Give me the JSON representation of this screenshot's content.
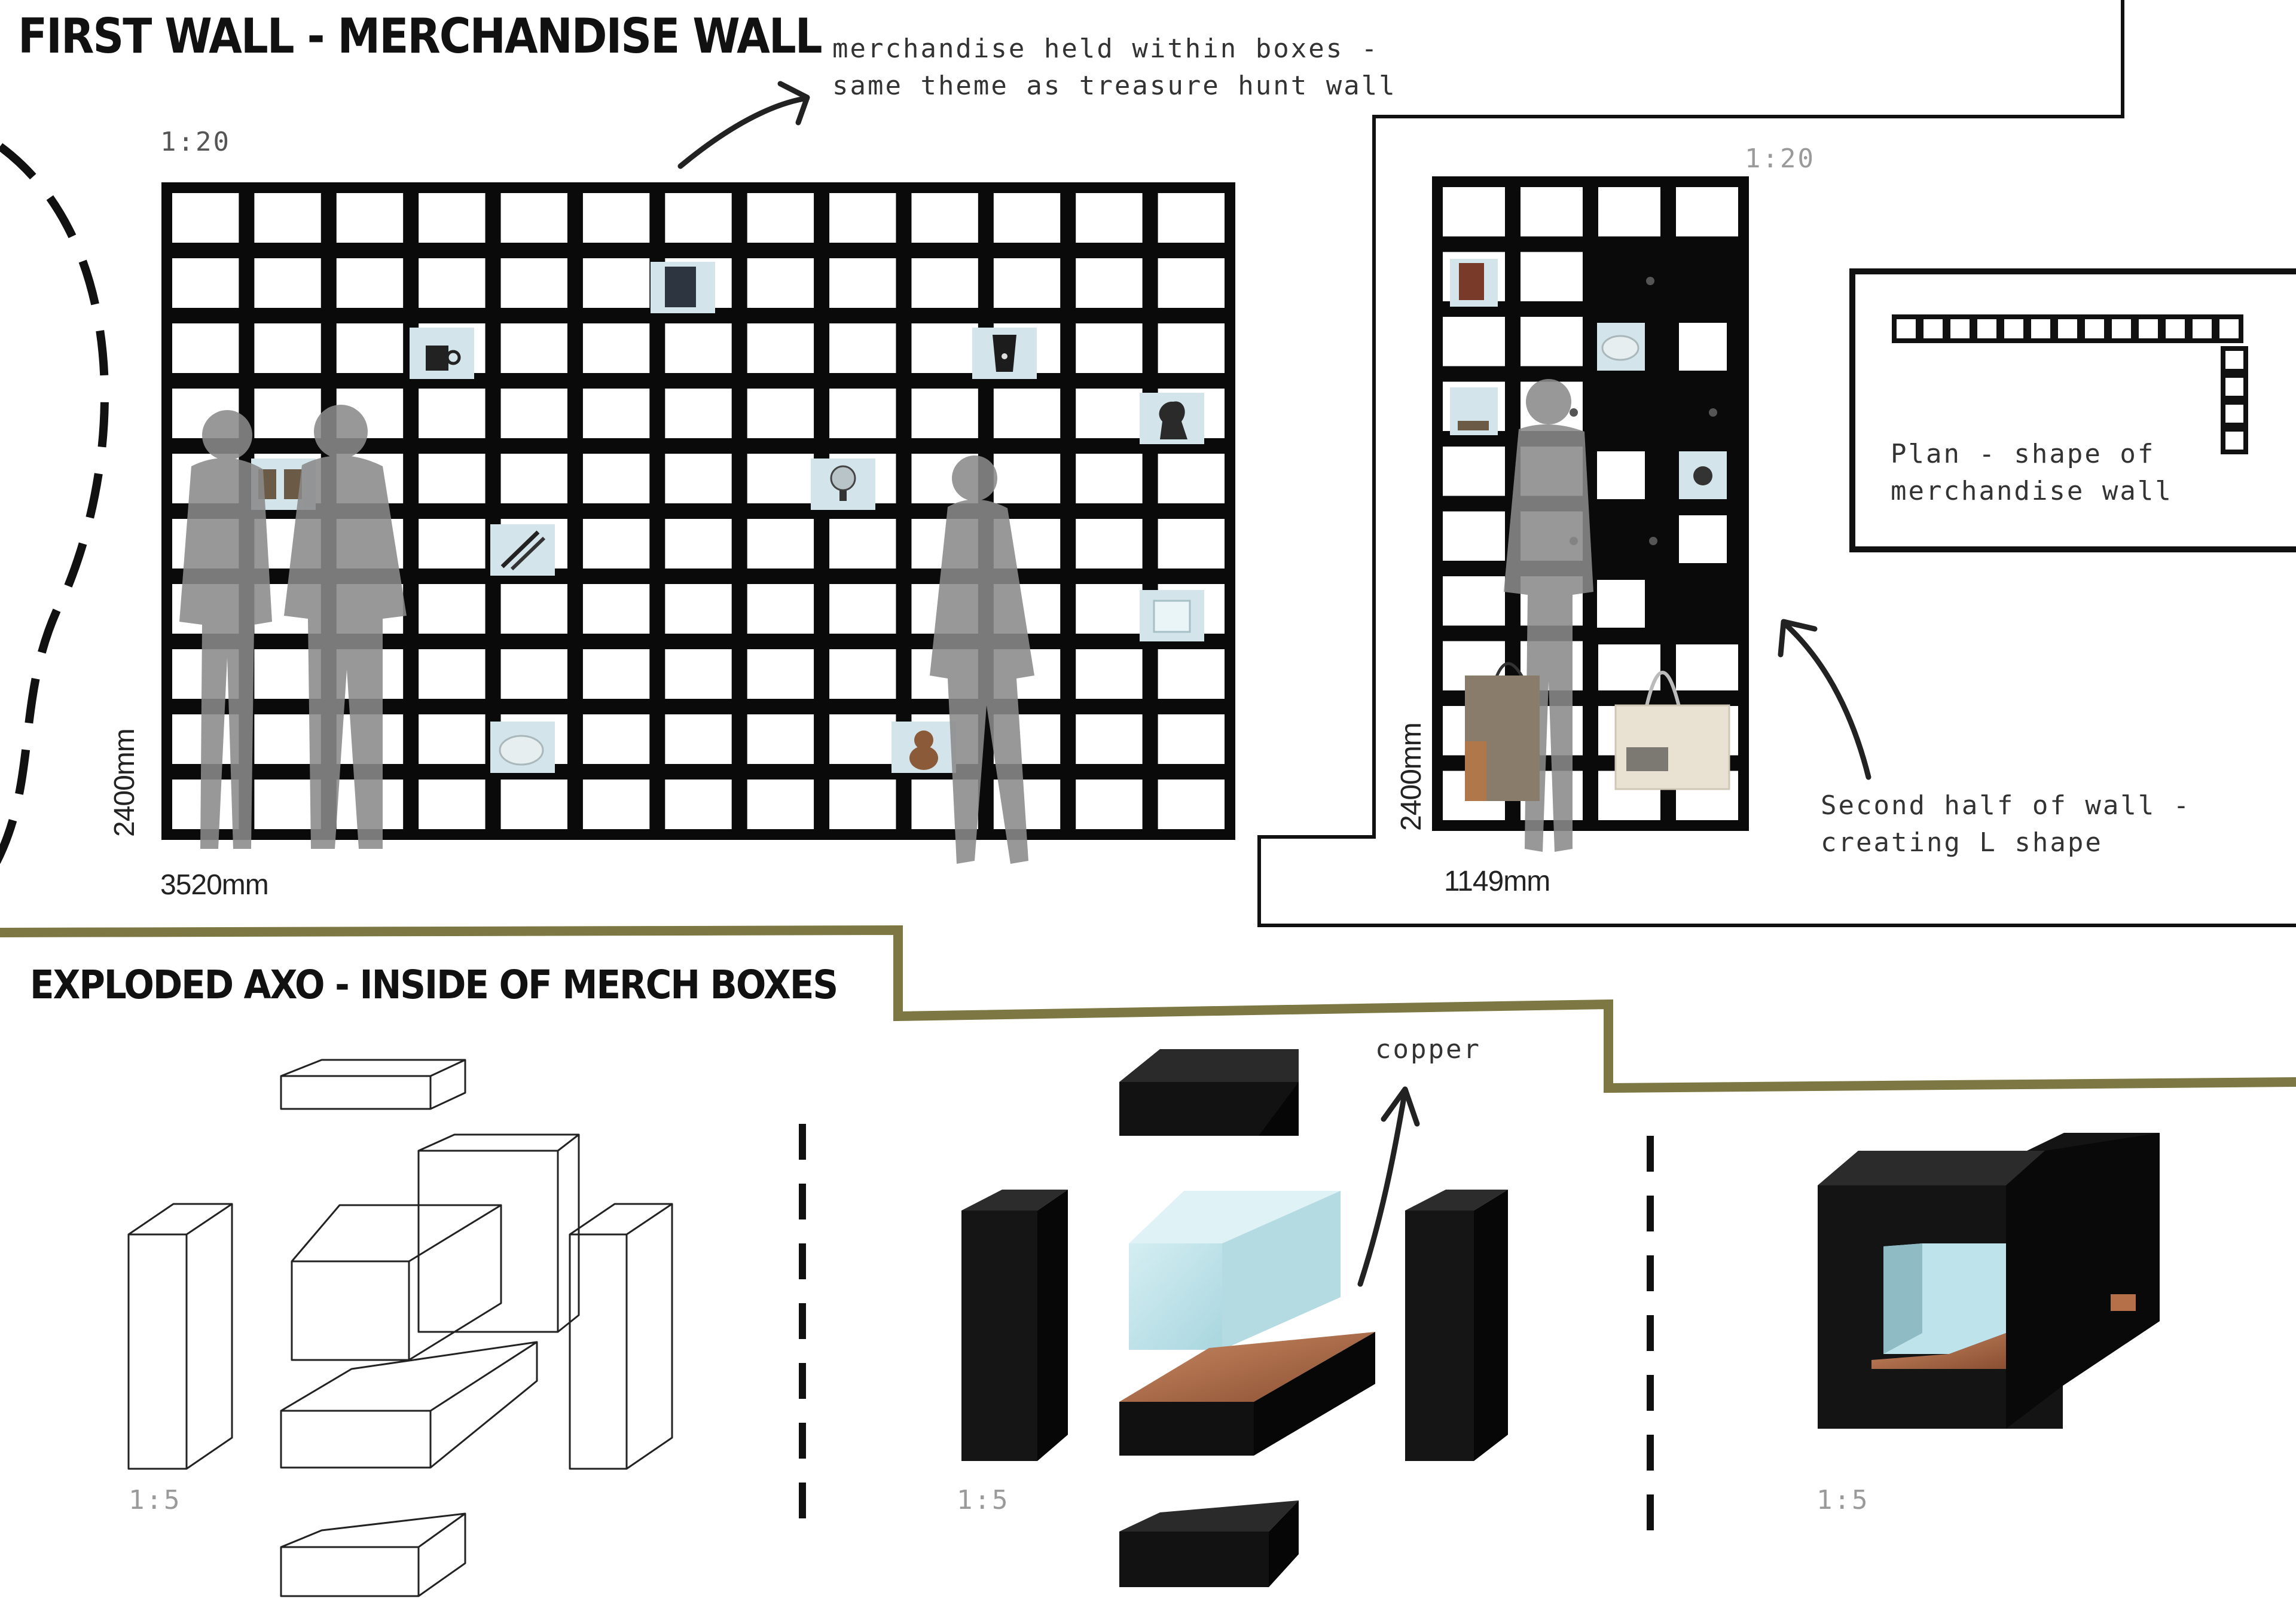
{
  "headings": {
    "section1": "FIRST WALL - MERCHANDISE WALL",
    "section2": "EXPLODED AXO - INSIDE OF MERCH BOXES"
  },
  "notes": {
    "merch_boxes_line1": "merchandise held within boxes -",
    "merch_boxes_line2": "same theme as treasure hunt wall",
    "second_half_line1": "Second half of wall -",
    "second_half_line2": "creating L shape",
    "plan_line1": "Plan - shape of",
    "plan_line2": "merchandise wall",
    "copper": "copper"
  },
  "scales": {
    "main_wall": "1:20",
    "side_wall": "1:20",
    "axo_wire": "1:5",
    "axo_exploded": "1:5",
    "axo_assembled": "1:5"
  },
  "dimensions": {
    "main_width": "3520mm",
    "main_height": "2400mm",
    "side_width": "1149mm",
    "side_height": "2400mm"
  },
  "colors": {
    "grid_black": "#0a0a0a",
    "divider_olive": "#7d7843",
    "glass": "#bfe3ea",
    "copper": "#b5704a"
  }
}
